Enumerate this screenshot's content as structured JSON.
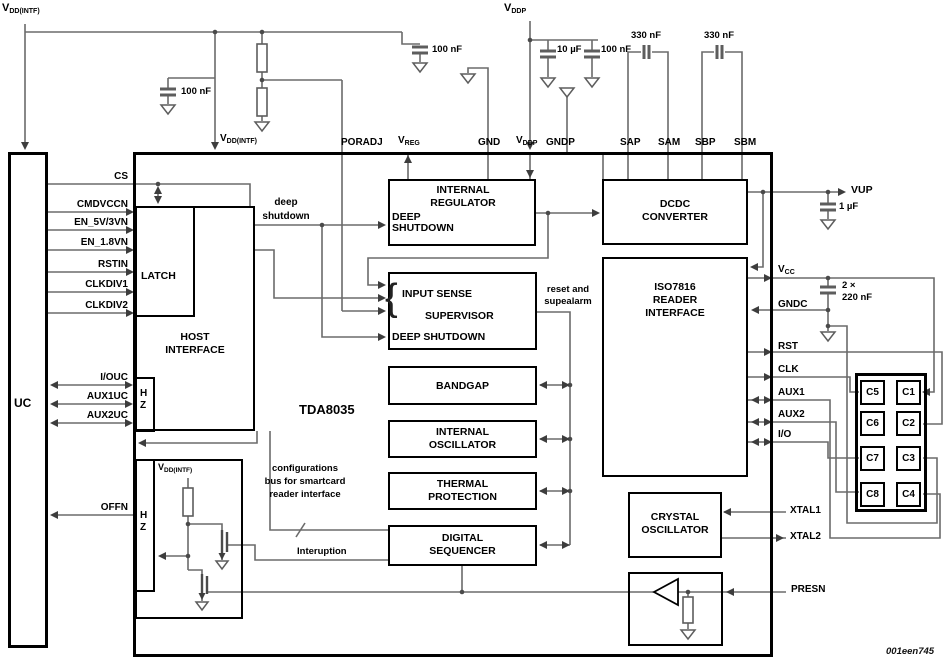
{
  "chip": {
    "name": "TDA8035",
    "watermark": "001een745"
  },
  "uc": {
    "label": "UC"
  },
  "supplies": {
    "vdd_intf_top": {
      "base": "V",
      "sub": "DD(INTF)"
    },
    "vddp_top": {
      "base": "V",
      "sub": "DDP"
    },
    "vdd_intf_inner": {
      "base": "V",
      "sub": "DD(INTF)"
    }
  },
  "top_pins": {
    "vdd_intf": {
      "base": "V",
      "sub": "DD(INTF)"
    },
    "poradj": "PORADJ",
    "vreg": {
      "base": "V",
      "sub": "REG"
    },
    "gnd": "GND",
    "vddp": {
      "base": "V",
      "sub": "DDP"
    },
    "gndp": "GNDP",
    "sap": "SAP",
    "sam": "SAM",
    "sbp": "SBP",
    "sbm": "SBM"
  },
  "capacitors": {
    "c_intf": "100 nF",
    "c_vreg": "100 nF",
    "c_vddp1": "10 µF",
    "c_vddp2": "100 nF",
    "c_sa": "330 nF",
    "c_sb": "330 nF",
    "c_vup": "1 µF",
    "c_vcc_qty": "2 ×",
    "c_vcc": "220 nF"
  },
  "left_signals": [
    "CS",
    "CMDVCCN",
    "EN_5V/3VN",
    "EN_1.8VN",
    "RSTIN",
    "CLKDIV1",
    "CLKDIV2"
  ],
  "io_signals": [
    "I/OUC",
    "AUX1UC",
    "AUX2UC"
  ],
  "offn": "OFFN",
  "hz": {
    "h": "H",
    "z": "Z"
  },
  "blocks": {
    "latch": "LATCH",
    "host": [
      "HOST",
      "INTERFACE"
    ],
    "regulator": [
      "INTERNAL",
      "REGULATOR"
    ],
    "regulator_mode": [
      "DEEP",
      "SHUTDOWN"
    ],
    "supervisor": [
      "INPUT SENSE",
      "SUPERVISOR",
      "DEEP SHUTDOWN"
    ],
    "bandgap": "BANDGAP",
    "int_osc": [
      "INTERNAL",
      "OSCILLATOR"
    ],
    "thermal": [
      "THERMAL",
      "PROTECTION"
    ],
    "sequencer": [
      "DIGITAL",
      "SEQUENCER"
    ],
    "dcdc": [
      "DCDC",
      "CONVERTER"
    ],
    "iso": [
      "ISO7816",
      "READER",
      "INTERFACE"
    ],
    "crystal": [
      "CRYSTAL",
      "OSCILLATOR"
    ]
  },
  "annotations": {
    "deep_shutdown": [
      "deep",
      "shutdown"
    ],
    "reset_alarm": [
      "reset and",
      "supealarm"
    ],
    "config_bus": [
      "configurations",
      "bus for smartcard",
      "reader interface"
    ],
    "interruption": "Interuption",
    "brace": "{"
  },
  "right_pins": {
    "vup": "VUP",
    "vcc": {
      "base": "V",
      "sub": "CC"
    },
    "gndc": "GNDC",
    "rst": "RST",
    "clk": "CLK",
    "aux1": "AUX1",
    "aux2": "AUX2",
    "io": "I/O",
    "xtal1": "XTAL1",
    "xtal2": "XTAL2",
    "presn": "PRESN"
  },
  "card_contacts": [
    "C5",
    "C1",
    "C6",
    "C2",
    "C7",
    "C3",
    "C8",
    "C4"
  ]
}
